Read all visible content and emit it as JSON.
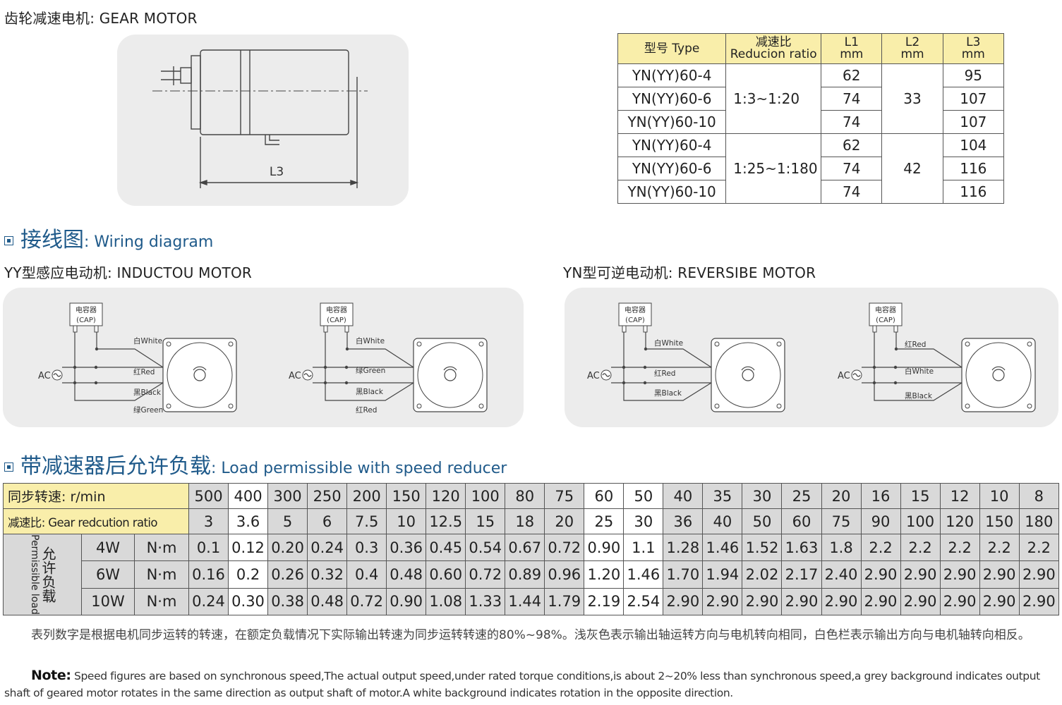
{
  "gear_motor": {
    "title": "齿轮减速电机: GEAR MOTOR",
    "drawing_label": "L3"
  },
  "spec_table": {
    "headers": [
      "型号 Type",
      "减速比",
      "Reducion ratio",
      "L1",
      "mm",
      "L2",
      "mm",
      "L3",
      "mm"
    ],
    "ratio_a": "1:3~1:20",
    "ratio_b": "1:25~1:180",
    "l2_a": "33",
    "l2_b": "42",
    "rows": [
      {
        "type": "YN(YY)60-4",
        "l1": "62",
        "l3": "95"
      },
      {
        "type": "YN(YY)60-6",
        "l1": "74",
        "l3": "107"
      },
      {
        "type": "YN(YY)60-10",
        "l1": "74",
        "l3": "107"
      },
      {
        "type": "YN(YY)60-4",
        "l1": "62",
        "l3": "104"
      },
      {
        "type": "YN(YY)60-6",
        "l1": "74",
        "l3": "116"
      },
      {
        "type": "YN(YY)60-10",
        "l1": "74",
        "l3": "116"
      }
    ]
  },
  "wiring": {
    "section_cn": "接线图",
    "section_en": ": Wiring diagram",
    "inductou_title": "YY型感应电动机: INDUCTOU MOTOR",
    "reversibe_title": "YN型可逆电动机: REVERSIBE MOTOR",
    "cap_cn": "电容器",
    "cap_en": "(CAP)",
    "ac": "AC",
    "white": "白White",
    "red": "红Red",
    "black": "黑Black",
    "green": "绿Green"
  },
  "load": {
    "section_cn": "带减速器后允许负载",
    "section_en": ": Load permissible with speed reducer",
    "speed_label": "同步转速: r/min",
    "ratio_label": "减速比: Gear redcution ratio",
    "permissible_cn": "允许负载",
    "permissible_en": "Permissible load",
    "unit": "N·m",
    "speeds": [
      "500",
      "400",
      "300",
      "250",
      "200",
      "150",
      "120",
      "100",
      "80",
      "75",
      "60",
      "50",
      "40",
      "35",
      "30",
      "25",
      "20",
      "16",
      "15",
      "12",
      "10",
      "8"
    ],
    "ratios": [
      "3",
      "3.6",
      "5",
      "6",
      "7.5",
      "10",
      "12.5",
      "15",
      "18",
      "20",
      "25",
      "30",
      "36",
      "40",
      "50",
      "60",
      "75",
      "90",
      "100",
      "120",
      "150",
      "180"
    ],
    "gray_columns": [
      0,
      2,
      3,
      4,
      5,
      6,
      7,
      8,
      9,
      12,
      13,
      14,
      15,
      16,
      17,
      18,
      19,
      20,
      21
    ],
    "rows": [
      {
        "power": "4W",
        "values": [
          "0.1",
          "0.12",
          "0.20",
          "0.24",
          "0.3",
          "0.36",
          "0.45",
          "0.54",
          "0.67",
          "0.72",
          "0.90",
          "1.1",
          "1.28",
          "1.46",
          "1.52",
          "1.63",
          "1.8",
          "2.2",
          "2.2",
          "2.2",
          "2.2",
          "2.2"
        ]
      },
      {
        "power": "6W",
        "values": [
          "0.16",
          "0.2",
          "0.26",
          "0.32",
          "0.4",
          "0.48",
          "0.60",
          "0.72",
          "0.89",
          "0.96",
          "1.20",
          "1.46",
          "1.70",
          "1.94",
          "2.02",
          "2.17",
          "2.40",
          "2.90",
          "2.90",
          "2.90",
          "2.90",
          "2.90"
        ]
      },
      {
        "power": "10W",
        "values": [
          "0.24",
          "0.30",
          "0.38",
          "0.48",
          "0.72",
          "0.90",
          "1.08",
          "1.33",
          "1.44",
          "1.79",
          "2.19",
          "2.54",
          "2.90",
          "2.90",
          "2.90",
          "2.90",
          "2.90",
          "2.90",
          "2.90",
          "2.90",
          "2.90",
          "2.90"
        ]
      }
    ]
  },
  "notes": {
    "cn": "表列数字是根据电机同步运转的转速，在额定负载情况下实际输出转速为同步运转转速的80%~98%。浅灰色表示输出轴运转方向与电机转向相同，白色栏表示输出方向与电机轴转向相反。",
    "en_label": "Note:",
    "en_text": " Speed figures are based on synchronous speed,The actual output speed,under rated torque conditions,is about 2~20% less than synchronous speed,a grey background indicates output shaft of geared motor rotates in the same direction as output shaft of motor.A white background indicates rotation in the opposite direction."
  }
}
